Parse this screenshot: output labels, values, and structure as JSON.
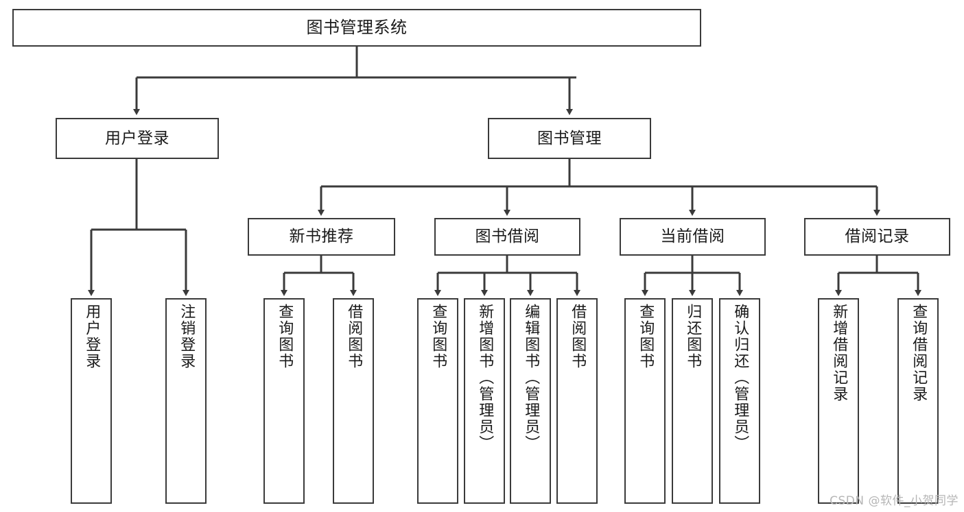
{
  "diagram": {
    "title": "图书管理系统",
    "type": "tree",
    "watermark": "CSDN @软件_小贺同学",
    "colors": {
      "box_border": "#3a3a3a",
      "box_fill": "#ffffff",
      "line": "#3a3a3a",
      "text": "#1a1a1a",
      "watermark": "#b6b6b6",
      "background": "#ffffff"
    },
    "nodes": {
      "root": {
        "label": "图书管理系统"
      },
      "level2": [
        {
          "label": "用户登录"
        },
        {
          "label": "图书管理"
        }
      ],
      "level3": [
        {
          "label": "新书推荐"
        },
        {
          "label": "图书借阅"
        },
        {
          "label": "当前借阅"
        },
        {
          "label": "借阅记录"
        }
      ],
      "leaves": {
        "user_login": [
          {
            "label": "用户登录"
          },
          {
            "label": "注销登录"
          }
        ],
        "new_book_recommend": [
          {
            "label": "查询图书"
          },
          {
            "label": "借阅图书"
          }
        ],
        "book_borrow": [
          {
            "label": "查询图书"
          },
          {
            "label": "新增图书（管理员）"
          },
          {
            "label": "编辑图书（管理员）"
          },
          {
            "label": "借阅图书"
          }
        ],
        "current_borrow": [
          {
            "label": "查询图书"
          },
          {
            "label": "归还图书"
          },
          {
            "label": "确认归还（管理员）"
          }
        ],
        "borrow_record": [
          {
            "label": "新增借阅记录"
          },
          {
            "label": "查询借阅记录"
          }
        ]
      }
    }
  }
}
